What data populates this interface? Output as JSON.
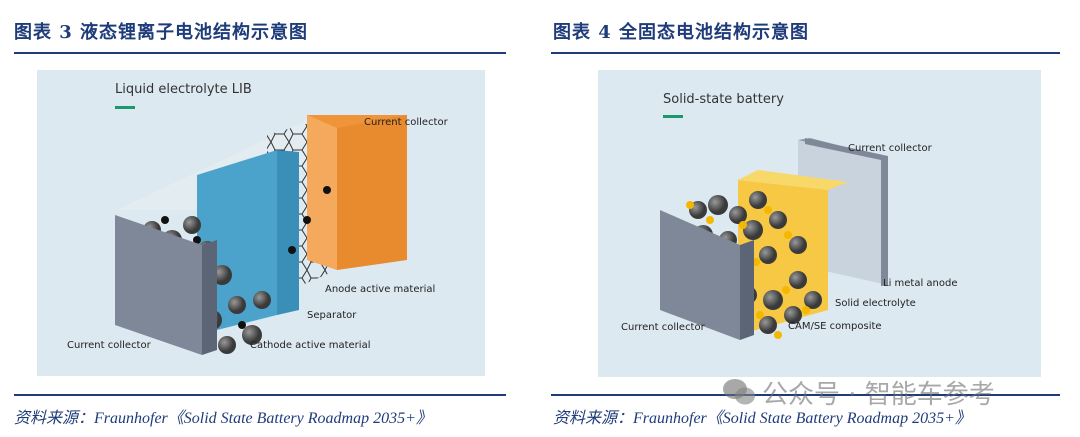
{
  "figure3": {
    "title": "图表 3   液态锂离子电池结构示意图",
    "diagram_title": "Liquid electrolyte LIB",
    "labels": {
      "current_collector_top": "Current collector",
      "anode": "Anode active material",
      "separator": "Separator",
      "current_collector_bottom": "Current collector",
      "cathode": "Cathode active material"
    },
    "source": "资料来源：Fraunhofer《Solid State Battery Roadmap 2035+》"
  },
  "figure4": {
    "title": "图表 4   全固态电池结构示意图",
    "diagram_title": "Solid-state battery",
    "labels": {
      "current_collector_top": "Current collector",
      "li_metal": "Li metal anode",
      "solid_electrolyte": "Solid electrolyte",
      "composite": "CAM/SE composite",
      "current_collector_bottom": "Current collector"
    },
    "source": "资料来源：Fraunhofer《Solid State Battery Roadmap 2035+》"
  },
  "watermark": "公众号 · 智能车参考",
  "colors": {
    "heading": "#1f3c7a",
    "panel": "#dde9f1",
    "accent": "#1a9a6c",
    "orange": "#f0943a",
    "blue": "#4ba3cc",
    "yellow": "#f7c843"
  }
}
